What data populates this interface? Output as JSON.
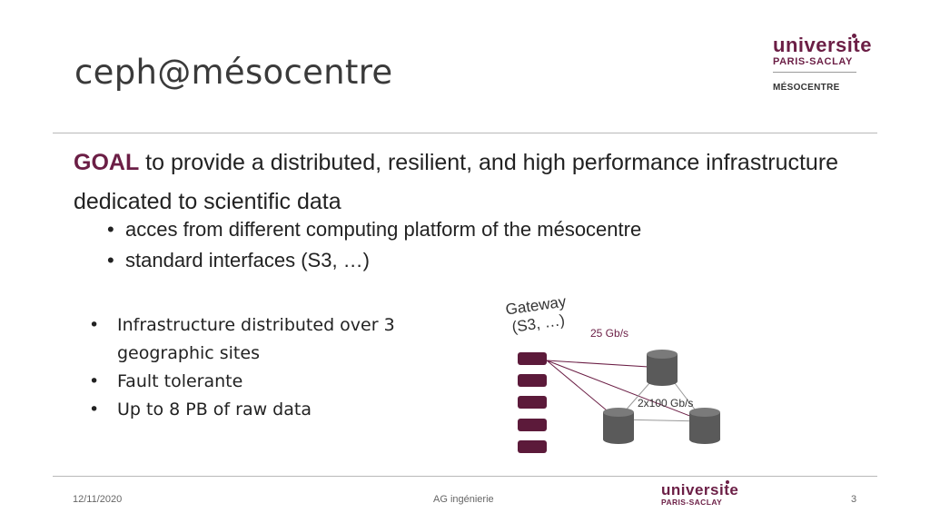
{
  "slide": {
    "title": "ceph@mésocentre",
    "logo_top": {
      "line1": "universite",
      "line2": "PARIS-SACLAY",
      "line3": "MÉSOCENTRE"
    },
    "goal": {
      "keyword": "GOAL",
      "text": " to provide a distributed, resilient, and high performance infrastructure dedicated to scientific data"
    },
    "sub_bullets": [
      "acces from different computing platform of the mésocentre",
      "standard interfaces (S3, …)"
    ],
    "bullets": [
      "Infrastructure distributed over 3 geographic sites",
      "Fault tolerante",
      "Up to 8 PB of raw data"
    ],
    "diagram": {
      "gateway_line1": "Gateway",
      "gateway_line2": "(S3, …)",
      "speed_gateway": "25 Gb/s",
      "speed_sites": "2x100 Gb/s",
      "gateway_server_count": 5,
      "site_count": 3,
      "colors": {
        "server": "#5c1a3a",
        "cylinder": "#5a5a5a",
        "link": "#6b1e45"
      }
    },
    "footer": {
      "date": "12/11/2020",
      "center": "AG ingénierie",
      "page": "3",
      "logo_line1": "universite",
      "logo_line2": "PARIS-SACLAY"
    },
    "colors": {
      "accent": "#6b1e45",
      "rule": "#b8b8b8"
    }
  }
}
